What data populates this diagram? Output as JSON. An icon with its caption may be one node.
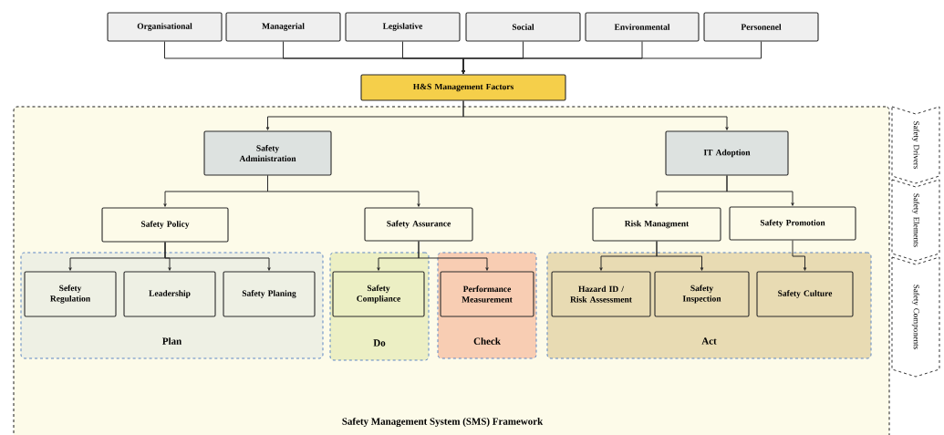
{
  "diagram": {
    "nodes": [
      {
        "text": [
          "Organisational"
        ]
      },
      {
        "text": [
          "Managerial"
        ]
      },
      {
        "text": [
          "Legislative"
        ]
      },
      {
        "text": [
          "Social"
        ]
      },
      {
        "text": [
          "Environmental"
        ]
      },
      {
        "text": [
          "Personenel"
        ]
      },
      {
        "text": [
          "H&S Management Factors"
        ]
      },
      {
        "text": [
          "Safety Management System (SMS) Framework"
        ]
      },
      {
        "text": [
          "Safety Administration"
        ],
        "in": 7
      },
      {
        "text": [
          "IT Adoption"
        ],
        "in": 7
      },
      {
        "text": [
          "Safety Policy"
        ],
        "in": 7
      },
      {
        "text": [
          "Safety Assurance"
        ],
        "in": 7
      },
      {
        "text": [
          "Risk Managment"
        ],
        "in": 7
      },
      {
        "text": [
          "Safety Promotion"
        ],
        "in": 7
      },
      {
        "text": [
          "Plan"
        ],
        "in": 7
      },
      {
        "text": [
          "Sefety Regulation"
        ],
        "in": 14
      },
      {
        "text": [
          "Leadership"
        ],
        "in": 14
      },
      {
        "text": [
          "Safety Planing"
        ],
        "in": 14
      },
      {
        "text": [
          "Do"
        ],
        "in": 7
      },
      {
        "text": [
          "Safety Compliance"
        ],
        "in": 18
      },
      {
        "text": [
          "Check"
        ],
        "in": 7
      },
      {
        "text": [
          "Performance Measurement"
        ],
        "in": 20
      },
      {
        "text": [
          "Act"
        ],
        "in": 7
      },
      {
        "text": [
          "Hazard ID / Risk Assessment"
        ],
        "in": 22
      },
      {
        "text": [
          "Safety Inspection"
        ],
        "in": 22
      },
      {
        "text": [
          "Safety Culture"
        ],
        "in": 22
      },
      {
        "text": [
          "Safety Drivers"
        ]
      },
      {
        "text": [
          "Safety Elements"
        ]
      },
      {
        "text": [
          "Safety Components"
        ]
      }
    ],
    "edges": [
      {
        "from": 0,
        "to": 6,
        "arrow": "to"
      },
      {
        "from": 1,
        "to": 6,
        "arrow": "to"
      },
      {
        "from": 2,
        "to": 6,
        "arrow": "to"
      },
      {
        "from": 3,
        "to": 6,
        "arrow": "to"
      },
      {
        "from": 4,
        "to": 6,
        "arrow": "to"
      },
      {
        "from": 5,
        "to": 6,
        "arrow": "to"
      },
      {
        "from": 6,
        "to": 8,
        "arrow": "to"
      },
      {
        "from": 6,
        "to": 9,
        "arrow": "to"
      },
      {
        "from": 8,
        "to": 10,
        "arrow": "to"
      },
      {
        "from": 8,
        "to": 11,
        "arrow": "to"
      },
      {
        "from": 9,
        "to": 12,
        "arrow": "to"
      },
      {
        "from": 9,
        "to": 13,
        "arrow": "to"
      },
      {
        "from": 10,
        "to": 15,
        "arrow": "to"
      },
      {
        "from": 10,
        "to": 16,
        "arrow": "to"
      },
      {
        "from": 10,
        "to": 17,
        "arrow": "to"
      },
      {
        "from": 11,
        "to": 19,
        "arrow": "to"
      },
      {
        "from": 11,
        "to": 21,
        "arrow": "to"
      },
      {
        "from": 12,
        "to": 23,
        "arrow": "to"
      },
      {
        "from": 12,
        "to": 24,
        "arrow": "to"
      },
      {
        "from": 13,
        "to": 25,
        "arrow": "to"
      }
    ]
  }
}
